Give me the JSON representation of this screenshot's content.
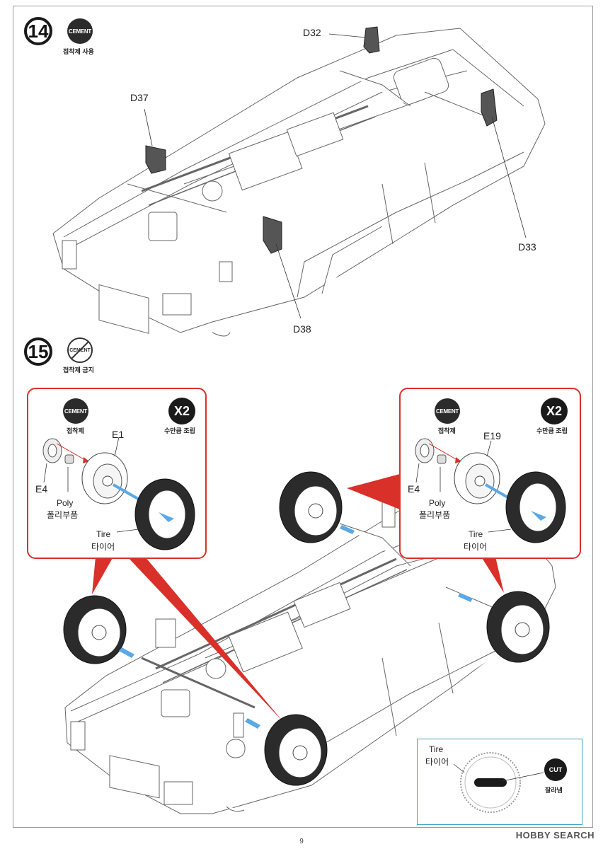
{
  "step14": {
    "number": "14",
    "cement_icon": "CEMENT",
    "cement_caption": "접착제 사용",
    "callouts": {
      "d32": "D32",
      "d37": "D37",
      "d33": "D33",
      "d38": "D38"
    }
  },
  "step15": {
    "number": "15",
    "nocement_icon": "CEMENT",
    "nocement_caption": "접착제 금지"
  },
  "detail_left": {
    "cement_icon": "CEMENT",
    "cement_caption": "접착제",
    "repeat_badge": "X2",
    "repeat_caption": "수만큼 조립",
    "wheel_label": "E1",
    "cap_label": "E4",
    "poly_label_en": "Poly",
    "poly_label_ko": "폴리부품",
    "tire_label_en": "Tire",
    "tire_label_ko": "타이어"
  },
  "detail_right": {
    "cement_icon": "CEMENT",
    "cement_caption": "접착제",
    "repeat_badge": "X2",
    "repeat_caption": "수만큼 조립",
    "wheel_label": "E19",
    "cap_label": "E4",
    "poly_label_en": "Poly",
    "poly_label_ko": "폴리부품",
    "tire_label_en": "Tire",
    "tire_label_ko": "타이어"
  },
  "cut_detail": {
    "tire_label_en": "Tire",
    "tire_label_ko": "타이어",
    "cut_icon": "CUT",
    "cut_caption": "잘라냄"
  },
  "page_number": "9",
  "watermark": "HOBBY SEARCH",
  "colors": {
    "accent_red": "#d9302a",
    "accent_blue": "#3aa3c9",
    "arrow_blue": "#5aa9e6"
  }
}
